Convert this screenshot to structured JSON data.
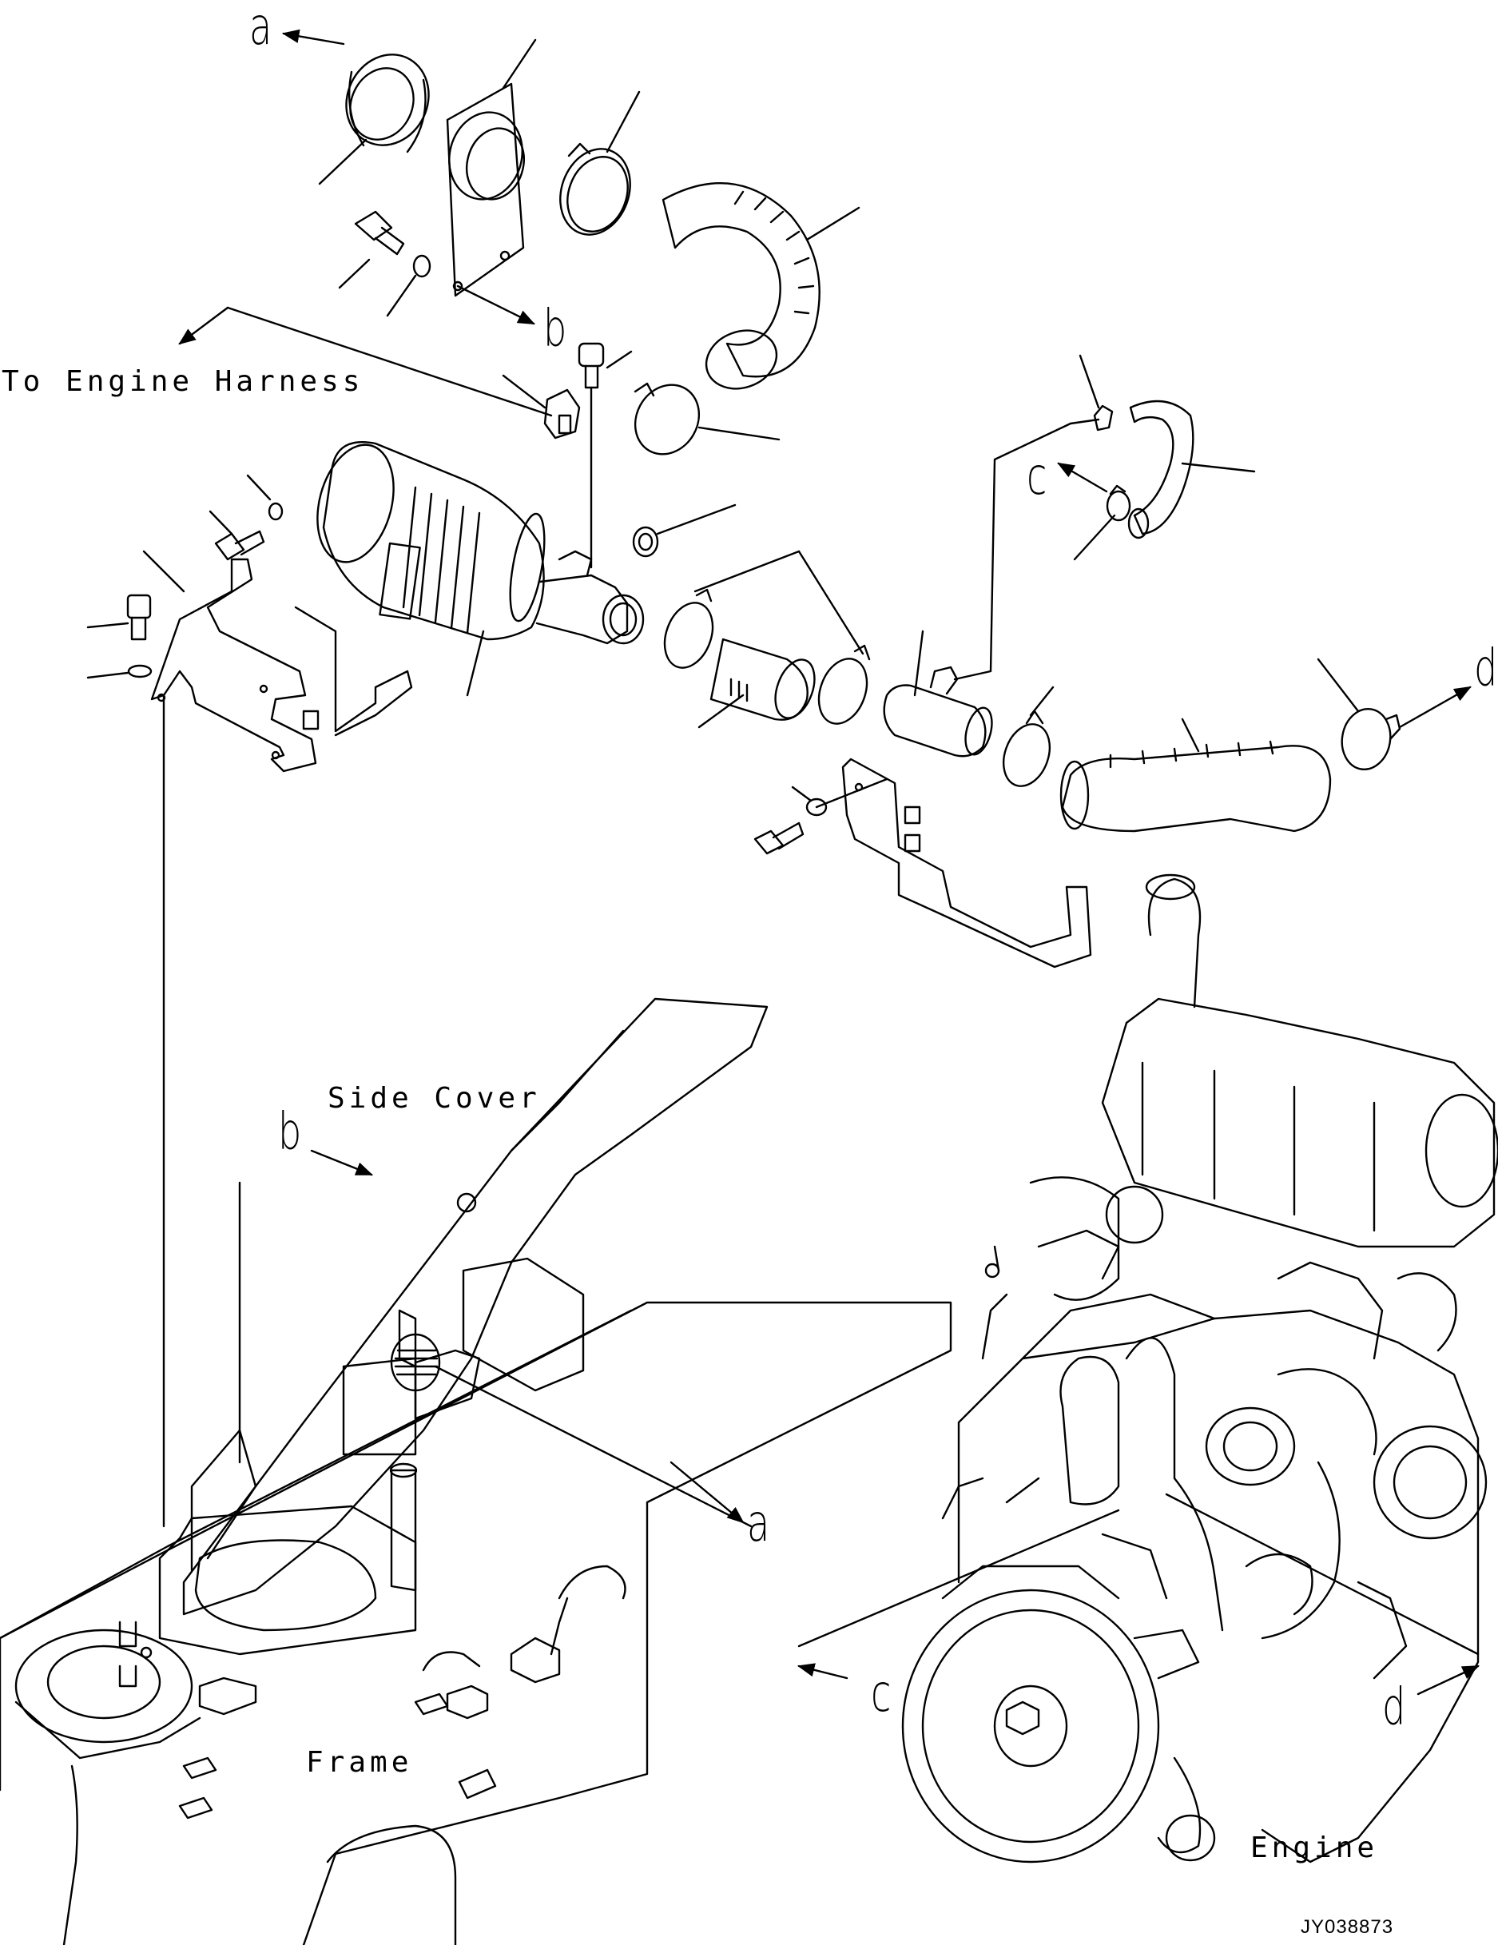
{
  "letters": {
    "a_top": "a",
    "b_top": "b",
    "c_top": "c",
    "d_top": "d",
    "b_bottom": "b",
    "a_bottom": "a",
    "c_bottom": "c",
    "d_bottom": "d"
  },
  "labels": {
    "harness": "To Engine Harness",
    "side_cover": "Side Cover",
    "frame": "Frame",
    "engine": "Engine"
  },
  "figure_id": "JY038873",
  "colors": {
    "line": "#000000",
    "background": "#ffffff"
  }
}
